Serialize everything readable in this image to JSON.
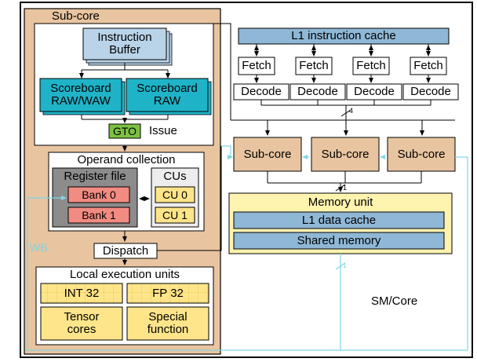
{
  "sub_core": {
    "title": "Sub-core",
    "instruction_buffer": "Instruction\nBuffer",
    "scoreboard_left": "Scoreboard\nRAW/WAW",
    "scoreboard_right": "Scoreboard\nRAW",
    "gto": "GTO",
    "issue": "Issue",
    "operand_collection": "Operand collection",
    "register_file": "Register file",
    "bank0": "Bank 0",
    "bank1": "Bank 1",
    "cus": "CUs",
    "cu0": "CU 0",
    "cu1": "CU 1",
    "dispatch": "Dispatch",
    "wb": "WB",
    "local_execution_units": "Local execution units",
    "int32": "INT 32",
    "fp32": "FP 32",
    "tensor_cores": "Tensor\ncores",
    "special_function": "Special\nfunction"
  },
  "sm": {
    "l1_instruction_cache": "L1 instruction cache",
    "fetch": [
      "Fetch",
      "Fetch",
      "Fetch",
      "Fetch"
    ],
    "decode": [
      "Decode",
      "Decode",
      "Decode",
      "Decode"
    ],
    "bus_width_decode": "4",
    "sub_cores": [
      "Sub-core",
      "Sub-core",
      "Sub-core"
    ],
    "bus_width_subcores": "1",
    "memory_unit": "Memory unit",
    "l1_data_cache": "L1 data cache",
    "shared_memory": "Shared memory",
    "bus_width_memory": "1",
    "sm_core_label": "SM/Core"
  },
  "colors": {
    "subcore_bg": "#e8c4a0",
    "instruction_buffer": "#b9d3e8",
    "scoreboard": "#1fb3c8",
    "gto": "#7cc142",
    "register_file_bg": "#8c8c8c",
    "bank": "#f28b82",
    "unit_yellow": "#ffe58a",
    "memory_unit_bg": "#fff3b0",
    "cache_blue": "#8fb7d6",
    "wb_line": "#7fd6e6",
    "sub_core_small": "#e8c4a0"
  }
}
